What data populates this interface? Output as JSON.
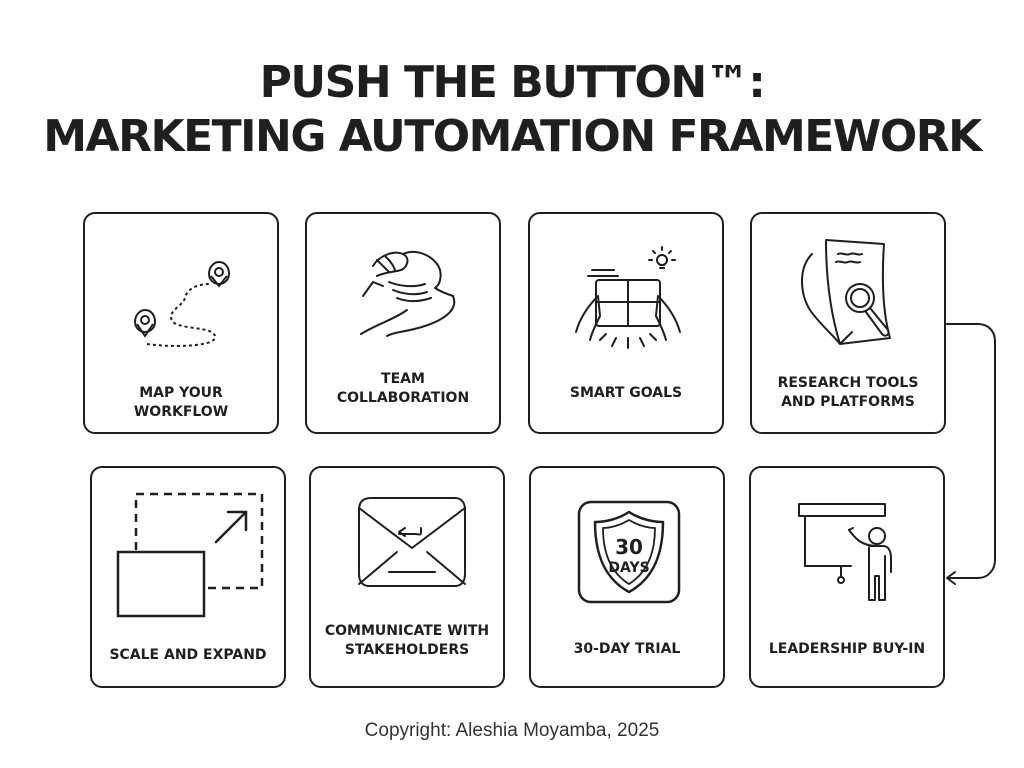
{
  "title": {
    "line1": "PUSH THE BUTTON™:",
    "line2": "MARKETING AUTOMATION FRAMEWORK"
  },
  "cards": [
    {
      "label": "MAP YOUR WORKFLOW",
      "icon": "map-route-icon"
    },
    {
      "label": "TEAM\nCOLLABORATION",
      "icon": "handshake-icon"
    },
    {
      "label": "SMART GOALS",
      "icon": "tablet-idea-icon"
    },
    {
      "label": "RESEARCH TOOLS\nAND PLATFORMS",
      "icon": "document-magnifier-icon"
    },
    {
      "label": "SCALE AND EXPAND",
      "icon": "scale-expand-icon"
    },
    {
      "label": "COMMUNICATE WITH\nSTAKEHOLDERS",
      "icon": "envelope-icon"
    },
    {
      "label": "30-DAY TRIAL",
      "icon": "30-days-badge-icon",
      "badge_number": "30",
      "badge_text": "DAYS"
    },
    {
      "label": "LEADERSHIP BUY-IN",
      "icon": "presenter-board-icon"
    }
  ],
  "copyright": "Copyright: Aleshia Moyamba, 2025"
}
